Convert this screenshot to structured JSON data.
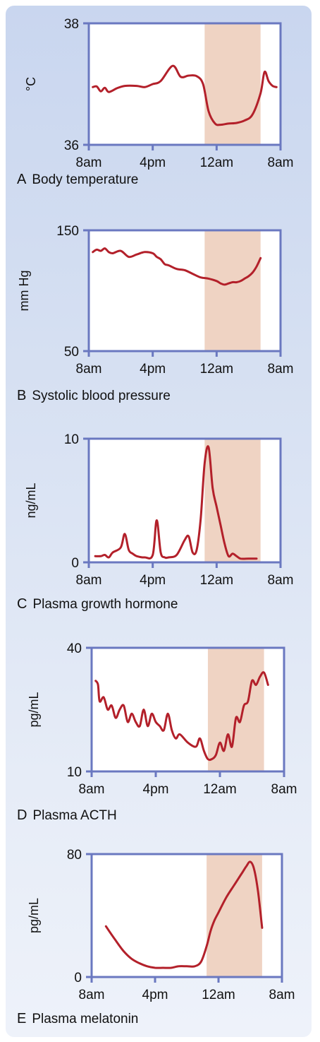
{
  "colors": {
    "frame": "#6a78c0",
    "line": "#b3202a",
    "sleep_band": "#efd3c3",
    "panel_background": "#d3ddf1"
  },
  "chart_data": [
    {
      "type": "line",
      "panel_letter": "A",
      "title": "Body temperature",
      "ylabel": "°C",
      "ylim": [
        36,
        38
      ],
      "y_ticks": [
        36,
        38
      ],
      "x_ticks": [
        "8am",
        "4pm",
        "12am",
        "8am"
      ],
      "xlim_hours": [
        8,
        32
      ],
      "sleep_period_hours": [
        22.5,
        29.5
      ],
      "series": [
        {
          "x": [
            8.5,
            9.0,
            9.5,
            10.0,
            10.5,
            11.5,
            12.5,
            14.0,
            15.0,
            16.0,
            17.0,
            18.5,
            19.5,
            20.5,
            21.5,
            22.3,
            23.0,
            23.8,
            24.5,
            25.5,
            26.5,
            27.5,
            28.5,
            29.5,
            30.0,
            30.5,
            31.0,
            31.5
          ],
          "y": [
            36.95,
            36.96,
            36.88,
            36.94,
            36.87,
            36.93,
            36.97,
            36.97,
            36.95,
            37.0,
            37.05,
            37.3,
            37.12,
            37.14,
            37.13,
            37.0,
            36.55,
            36.35,
            36.33,
            36.35,
            36.36,
            36.4,
            36.5,
            36.85,
            37.2,
            37.05,
            36.97,
            36.95
          ]
        }
      ]
    },
    {
      "type": "line",
      "panel_letter": "B",
      "title": "Systolic blood pressure",
      "ylabel": "mm Hg",
      "ylim": [
        50,
        150
      ],
      "y_ticks": [
        50,
        150
      ],
      "x_ticks": [
        "8am",
        "4pm",
        "12am",
        "8am"
      ],
      "xlim_hours": [
        8,
        32
      ],
      "sleep_period_hours": [
        22.5,
        29.5
      ],
      "series": [
        {
          "x": [
            8.5,
            9.0,
            9.5,
            10.0,
            10.5,
            11.0,
            12.0,
            13.0,
            14.0,
            15.0,
            16.0,
            16.5,
            17.0,
            17.5,
            18.0,
            19.0,
            20.0,
            21.0,
            22.0,
            23.0,
            24.0,
            24.5,
            25.0,
            25.5,
            26.0,
            26.5,
            27.0,
            27.5,
            28.0,
            28.5,
            29.0,
            29.5
          ],
          "y": [
            132,
            134,
            133,
            135,
            132,
            131,
            133,
            128,
            130,
            132,
            131,
            128,
            126,
            122,
            121,
            118,
            117,
            114,
            111,
            110,
            108,
            106,
            105,
            106,
            107,
            107,
            108,
            110,
            112,
            115,
            120,
            127
          ]
        }
      ]
    },
    {
      "type": "line",
      "panel_letter": "C",
      "title": "Plasma growth hormone",
      "ylabel": "ng/mL",
      "ylim": [
        0,
        10
      ],
      "y_ticks": [
        0,
        10
      ],
      "x_ticks": [
        "8am",
        "4pm",
        "12am",
        "8am"
      ],
      "xlim_hours": [
        8,
        32
      ],
      "sleep_period_hours": [
        22.5,
        29.5
      ],
      "series": [
        {
          "x": [
            8.8,
            9.5,
            10.0,
            10.5,
            11.0,
            12.0,
            12.5,
            13.0,
            13.5,
            14.0,
            15.0,
            16.0,
            16.5,
            17.0,
            17.5,
            18.0,
            19.0,
            20.0,
            20.5,
            21.0,
            21.5,
            22.0,
            22.5,
            23.0,
            23.5,
            24.0,
            24.5,
            25.0,
            25.5,
            26.0,
            26.5,
            27.0,
            28.0,
            29.0
          ],
          "y": [
            0.5,
            0.5,
            0.6,
            0.4,
            0.8,
            1.2,
            2.3,
            1.0,
            0.7,
            0.5,
            0.4,
            0.6,
            3.4,
            0.8,
            0.4,
            0.4,
            0.6,
            1.8,
            2.1,
            0.8,
            1.0,
            3.5,
            8.0,
            9.3,
            6.0,
            4.5,
            3.0,
            1.5,
            0.5,
            0.7,
            0.5,
            0.3,
            0.3,
            0.3
          ]
        }
      ]
    },
    {
      "type": "line",
      "panel_letter": "D",
      "title": "Plasma ACTH",
      "ylabel": "pg/mL",
      "ylim": [
        10,
        40
      ],
      "y_ticks": [
        10,
        40
      ],
      "x_ticks": [
        "8am",
        "4pm",
        "12am",
        "8am"
      ],
      "xlim_hours": [
        8,
        32
      ],
      "sleep_period_hours": [
        22.5,
        29.5
      ],
      "series": [
        {
          "x": [
            8.5,
            8.8,
            9.0,
            9.5,
            10.0,
            10.5,
            11.0,
            11.5,
            12.0,
            12.5,
            13.0,
            13.5,
            14.0,
            14.5,
            15.0,
            15.5,
            16.0,
            16.5,
            17.0,
            17.5,
            18.0,
            18.5,
            19.0,
            20.0,
            21.0,
            21.5,
            22.0,
            22.5,
            23.0,
            23.5,
            24.0,
            24.5,
            25.0,
            25.5,
            26.0,
            26.5,
            27.0,
            27.5,
            28.0,
            28.5,
            29.0,
            29.5,
            30.0
          ],
          "y": [
            32,
            31,
            27,
            28,
            25,
            26,
            23,
            25,
            26,
            22,
            24,
            22,
            21,
            25,
            21,
            24,
            22,
            21,
            20,
            24,
            20,
            18,
            19,
            17,
            16,
            18,
            15,
            13,
            13,
            14,
            17,
            15,
            19,
            16,
            23,
            22,
            26,
            27,
            32,
            31,
            33,
            34,
            31
          ]
        }
      ]
    },
    {
      "type": "line",
      "panel_letter": "E",
      "title": "Plasma melatonin",
      "ylabel": "pg/mL",
      "ylim": [
        0,
        80
      ],
      "y_ticks": [
        0,
        80
      ],
      "x_ticks": [
        "8am",
        "4pm",
        "12am",
        "8am"
      ],
      "xlim_hours": [
        8,
        32
      ],
      "sleep_period_hours": [
        22.5,
        29.5
      ],
      "series": [
        {
          "x": [
            9.8,
            11.0,
            12.0,
            13.0,
            14.0,
            15.0,
            16.0,
            17.0,
            18.0,
            19.0,
            20.0,
            21.0,
            21.8,
            22.5,
            23.0,
            23.5,
            24.0,
            25.0,
            26.0,
            27.0,
            27.5,
            28.0,
            28.5,
            29.0,
            29.5
          ],
          "y": [
            33,
            24,
            17,
            12,
            9,
            7,
            6,
            6,
            6,
            7,
            7,
            7,
            10,
            20,
            30,
            37,
            42,
            52,
            60,
            68,
            72,
            75,
            70,
            55,
            32
          ]
        }
      ]
    }
  ]
}
